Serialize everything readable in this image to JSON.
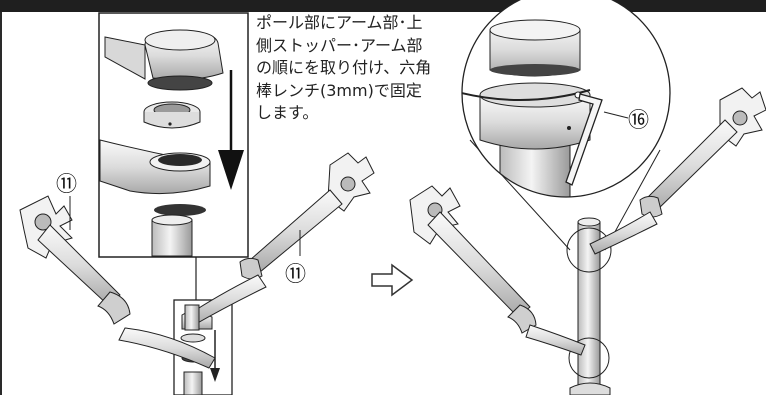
{
  "instruction_text": "ポール部にアーム部･上\n側ストッパー･アーム部\nの順にを取り付け、六角\n棒レンチ(3mm)で固定\nします。",
  "callouts": {
    "left_arm_label": "⑪",
    "right_arm_label": "⑪",
    "wrench_label": "⑯"
  },
  "icons": {
    "step_arrow": "right-arrow-outline-icon",
    "direction_arrow": "down-arrow-icon"
  },
  "colors": {
    "frame_bar": "#1f1f1f",
    "line_art": "#222222",
    "shade_light": "#e8e8e8",
    "shade_mid": "#c9c9c9",
    "shade_dark": "#555555"
  }
}
